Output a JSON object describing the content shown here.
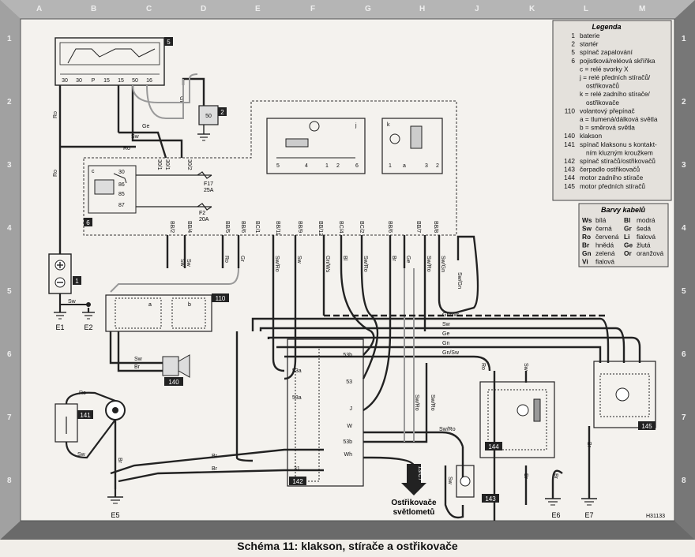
{
  "caption": "Schéma 11: klakson, stírače a ostřikovače",
  "image_id": "H31133",
  "grid": {
    "cols": [
      "A",
      "B",
      "C",
      "D",
      "E",
      "F",
      "G",
      "H",
      "J",
      "K",
      "L",
      "M"
    ],
    "rows": [
      "1",
      "2",
      "3",
      "4",
      "5",
      "6",
      "7",
      "8"
    ]
  },
  "legend": {
    "title": "Legenda",
    "items": [
      {
        "num": "1",
        "text": "baterie"
      },
      {
        "num": "2",
        "text": "startér"
      },
      {
        "num": "5",
        "text": "spínač zapalování"
      },
      {
        "num": "6",
        "text": "pojistková/reléová skříňka"
      },
      {
        "num": "",
        "text": "c = relé svorky X"
      },
      {
        "num": "",
        "text": "j  = relé předních stíračů/"
      },
      {
        "num": "",
        "text": "ostřikovačů"
      },
      {
        "num": "",
        "text": "k = relé zadního stírače/"
      },
      {
        "num": "",
        "text": "ostřikovače"
      },
      {
        "num": "110",
        "text": "volantový přepínač"
      },
      {
        "num": "",
        "text": "a = tlumená/dálková světla"
      },
      {
        "num": "",
        "text": "b = směrová světla"
      },
      {
        "num": "140",
        "text": "klakson"
      },
      {
        "num": "141",
        "text": "spínač klaksonu s kontakt-"
      },
      {
        "num": "",
        "text": "ním kluzným kroužkem"
      },
      {
        "num": "142",
        "text": "spínač stíračů/ostřikovačů"
      },
      {
        "num": "143",
        "text": "čerpadlo ostřikovačů"
      },
      {
        "num": "144",
        "text": "motor zadního stírače"
      },
      {
        "num": "145",
        "text": "motor předních stíračů"
      }
    ]
  },
  "colors_box": {
    "title": "Barvy kabelů",
    "rows": [
      {
        "c1": "Ws",
        "n1": "bílá",
        "c2": "Bl",
        "n2": "modrá"
      },
      {
        "c1": "Sw",
        "n1": "černá",
        "c2": "Gr",
        "n2": "šedá"
      },
      {
        "c1": "Ro",
        "n1": "červená",
        "c2": "Li",
        "n2": "fialová"
      },
      {
        "c1": "Br",
        "n1": "hnědá",
        "c2": "Ge",
        "n2": "žlutá"
      },
      {
        "c1": "Gn",
        "n1": "zelená",
        "c2": "Or",
        "n2": "oranžová"
      },
      {
        "c1": "Vi",
        "n1": "fialová",
        "c2": "",
        "n2": ""
      }
    ]
  },
  "components": {
    "c1": "1",
    "c2": "2",
    "c5": "5",
    "c6": "6",
    "c110": "110",
    "c140": "140",
    "c141": "141",
    "c142": "142",
    "c143": "143",
    "c144": "144",
    "c145": "145",
    "sub_c": "c",
    "sub_j": "j",
    "sub_k": "k",
    "sub_a": "a",
    "sub_b": "b"
  },
  "grounds": {
    "e1": "E1",
    "e2": "E2",
    "e5": "E5",
    "e6": "E6",
    "e7": "E7"
  },
  "ignition_terminals": [
    "30",
    "30",
    "P",
    "15",
    "15",
    "50",
    "16"
  ],
  "starter_terminal": "50",
  "relay_c_pins": [
    "30",
    "86",
    "85",
    "87"
  ],
  "fuses": {
    "f17": "F17",
    "f17_a": "25A",
    "f2": "F2",
    "f2_a": "20A"
  },
  "relay_box_pins": {
    "p3": "5",
    "p4": "4",
    "p5": "1",
    "p6": "2",
    "p7": "6",
    "k1": "1",
    "k2": "a",
    "k3": "3",
    "k4": "2"
  },
  "box_connectors": [
    "BB/2",
    "BB/4",
    "BB/5",
    "BB/6",
    "BC/1",
    "BB/11",
    "BB/9",
    "BB/12",
    "BC/4",
    "BC/2",
    "BB/6",
    "BB/7",
    "BB/8"
  ],
  "top_connectors": {
    "l1": "30/1",
    "l2": "30/1",
    "l3": "Gn",
    "l4": "30/2"
  },
  "wires": {
    "ro1": "Ro",
    "ro2": "Ro",
    "ro3": "Ro",
    "ge": "Ge",
    "sw_top": "Sw",
    "ro_top": "Ro",
    "sw_e1": "Sw",
    "box_b1": "Sw",
    "box_b2": "Sw",
    "box_b3": "Ro",
    "box_b4": "Gr",
    "box_b5": "Sw/Ro",
    "box_b6": "Sw",
    "box_b7": "Gn/Ws",
    "box_b8": "Bl",
    "box_b9": "Sw/Ro",
    "box_b10": "Br",
    "box_b11": "Ge",
    "box_b12": "Sw/Ro",
    "box_b13": "Sw/Gn",
    "sw_gn2": "Sw/Gn",
    "bus_gnws": "Gn/Ws",
    "bus_sw": "Sw",
    "bus_ge": "Ge",
    "bus_gn": "Gn",
    "bus_gnsw": "Gn/Sw",
    "sw_horn": "Sw",
    "br_horn": "Br",
    "ro_141": "Ro",
    "sw_141": "Sw",
    "br_141": "Br",
    "br_s1": "Br",
    "br_s2": "Br",
    "swro_r1": "Sw/Ro",
    "swro_r2": "Sw/Ro",
    "swro_r3": "Sw/Ro",
    "sw_pump": "Sw",
    "ro_144": "Ro",
    "sw_144": "Sw",
    "br_144": "Br",
    "br_e6": "Br",
    "br_e7": "Br"
  },
  "switch_terms": [
    "53b",
    "53a",
    "53",
    "53a",
    "J",
    "W",
    "53b",
    "Wh",
    "31"
  ],
  "ref_arrow": "13/C7",
  "nozzle_label": [
    "Ostřikovače",
    "světlometů"
  ]
}
